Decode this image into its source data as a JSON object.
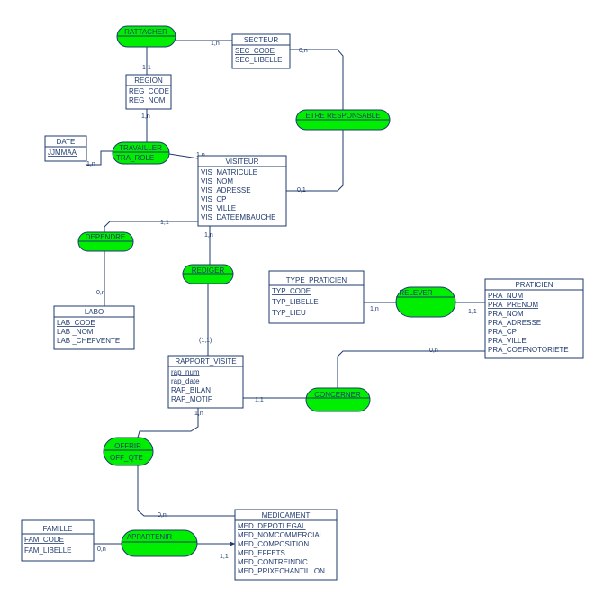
{
  "entities": {
    "secteur": {
      "title": "SECTEUR",
      "attrs": [
        "SEC_CODE",
        "SEC_LIBELLE"
      ],
      "key_count": 1
    },
    "region": {
      "title": "REGION",
      "attrs": [
        "REG_CODE",
        "REG_NOM"
      ],
      "key_count": 1
    },
    "date": {
      "title": "DATE",
      "attrs": [
        "JJMMAA"
      ],
      "key_count": 1
    },
    "visiteur": {
      "title": "VISITEUR",
      "attrs": [
        "VIS_MATRICULE",
        "VIS_NOM",
        "VIS_ADRESSE",
        "VIS_CP",
        "VIS_VILLE",
        "VIS_DATEEMBAUCHE"
      ],
      "key_count": 1
    },
    "labo": {
      "title": "LABO",
      "attrs": [
        "LAB_CODE",
        "LAB _NOM",
        "LAB _CHEFVENTE"
      ],
      "key_count": 1
    },
    "type_praticien": {
      "title": "TYPE_PRATICIEN",
      "attrs": [
        "TYP_CODE",
        "TYP_LIBELLE",
        "TYP_LIEU"
      ],
      "key_count": 1
    },
    "praticien": {
      "title": "PRATICIEN",
      "attrs": [
        "PRA_NUM",
        "PRA_PRENOM",
        "PRA_NOM",
        "PRA_ADRESSE",
        "PRA_CP",
        "PRA_VILLE",
        "PRA_COEFNOTORIETE"
      ],
      "key_count": 2
    },
    "rapport_visite": {
      "title": "RAPPORT_VISITE",
      "attrs": [
        "rap_num",
        "rap_date",
        "RAP_BILAN",
        "RAP_MOTIF"
      ],
      "key_count": 1
    },
    "famille": {
      "title": "FAMILLE",
      "attrs": [
        "FAM_CODE",
        "FAM_LIBELLE"
      ],
      "key_count": 1
    },
    "medicament": {
      "title": "MEDICAMENT",
      "attrs": [
        "MED_DEPOTLEGAL",
        "MED_NOMCOMMERCIAL",
        "MED_COMPOSITION",
        "MED_EFFETS",
        "MED_CONTREINDIC",
        "MED_PRIXECHANTILLON"
      ],
      "key_count": 1
    }
  },
  "associations": {
    "rattacher": {
      "name": "RATTACHER",
      "attr": ""
    },
    "etre_responsable": {
      "name": "ETRE RESPONSABLE",
      "attr": ""
    },
    "travailler": {
      "name": "TRAVAILLER",
      "attr": "TRA_ROLE"
    },
    "dependre": {
      "name": "DEPENDRE",
      "attr": ""
    },
    "rediger": {
      "name": "REDIGER",
      "attr": ""
    },
    "relever": {
      "name": "RELEVER",
      "attr": ""
    },
    "concerner": {
      "name": "CONCERNER",
      "attr": ""
    },
    "offrir": {
      "name": "OFFRIR",
      "attr": "OFF_QTE"
    },
    "appartenir": {
      "name": "APPARTENIR",
      "attr": ""
    }
  },
  "cardinalities": {
    "rattacher_secteur": "1,n",
    "rattacher_region": "1,1",
    "region_travailler": "1,n",
    "date_travailler": "1,n",
    "travailler_visiteur": "1,n",
    "secteur_responsable": "0,n",
    "responsable_visiteur": "0,1",
    "visiteur_dependre": "1,1",
    "dependre_labo": "0,n",
    "visiteur_rediger": "1,n",
    "rediger_rapport": "(1,1)",
    "type_relever": "1,n",
    "relever_praticien": "1,1",
    "praticien_concerner": "0,n",
    "rapport_concerner": "1,1",
    "rapport_offrir": "1,n",
    "offrir_medicament": "0,n",
    "famille_appartenir": "0,n",
    "appartenir_medicament": "1,1"
  },
  "colors": {
    "association_fill": "#00ee00",
    "line": "#1f3a6e",
    "text": "#1f3a6e"
  }
}
